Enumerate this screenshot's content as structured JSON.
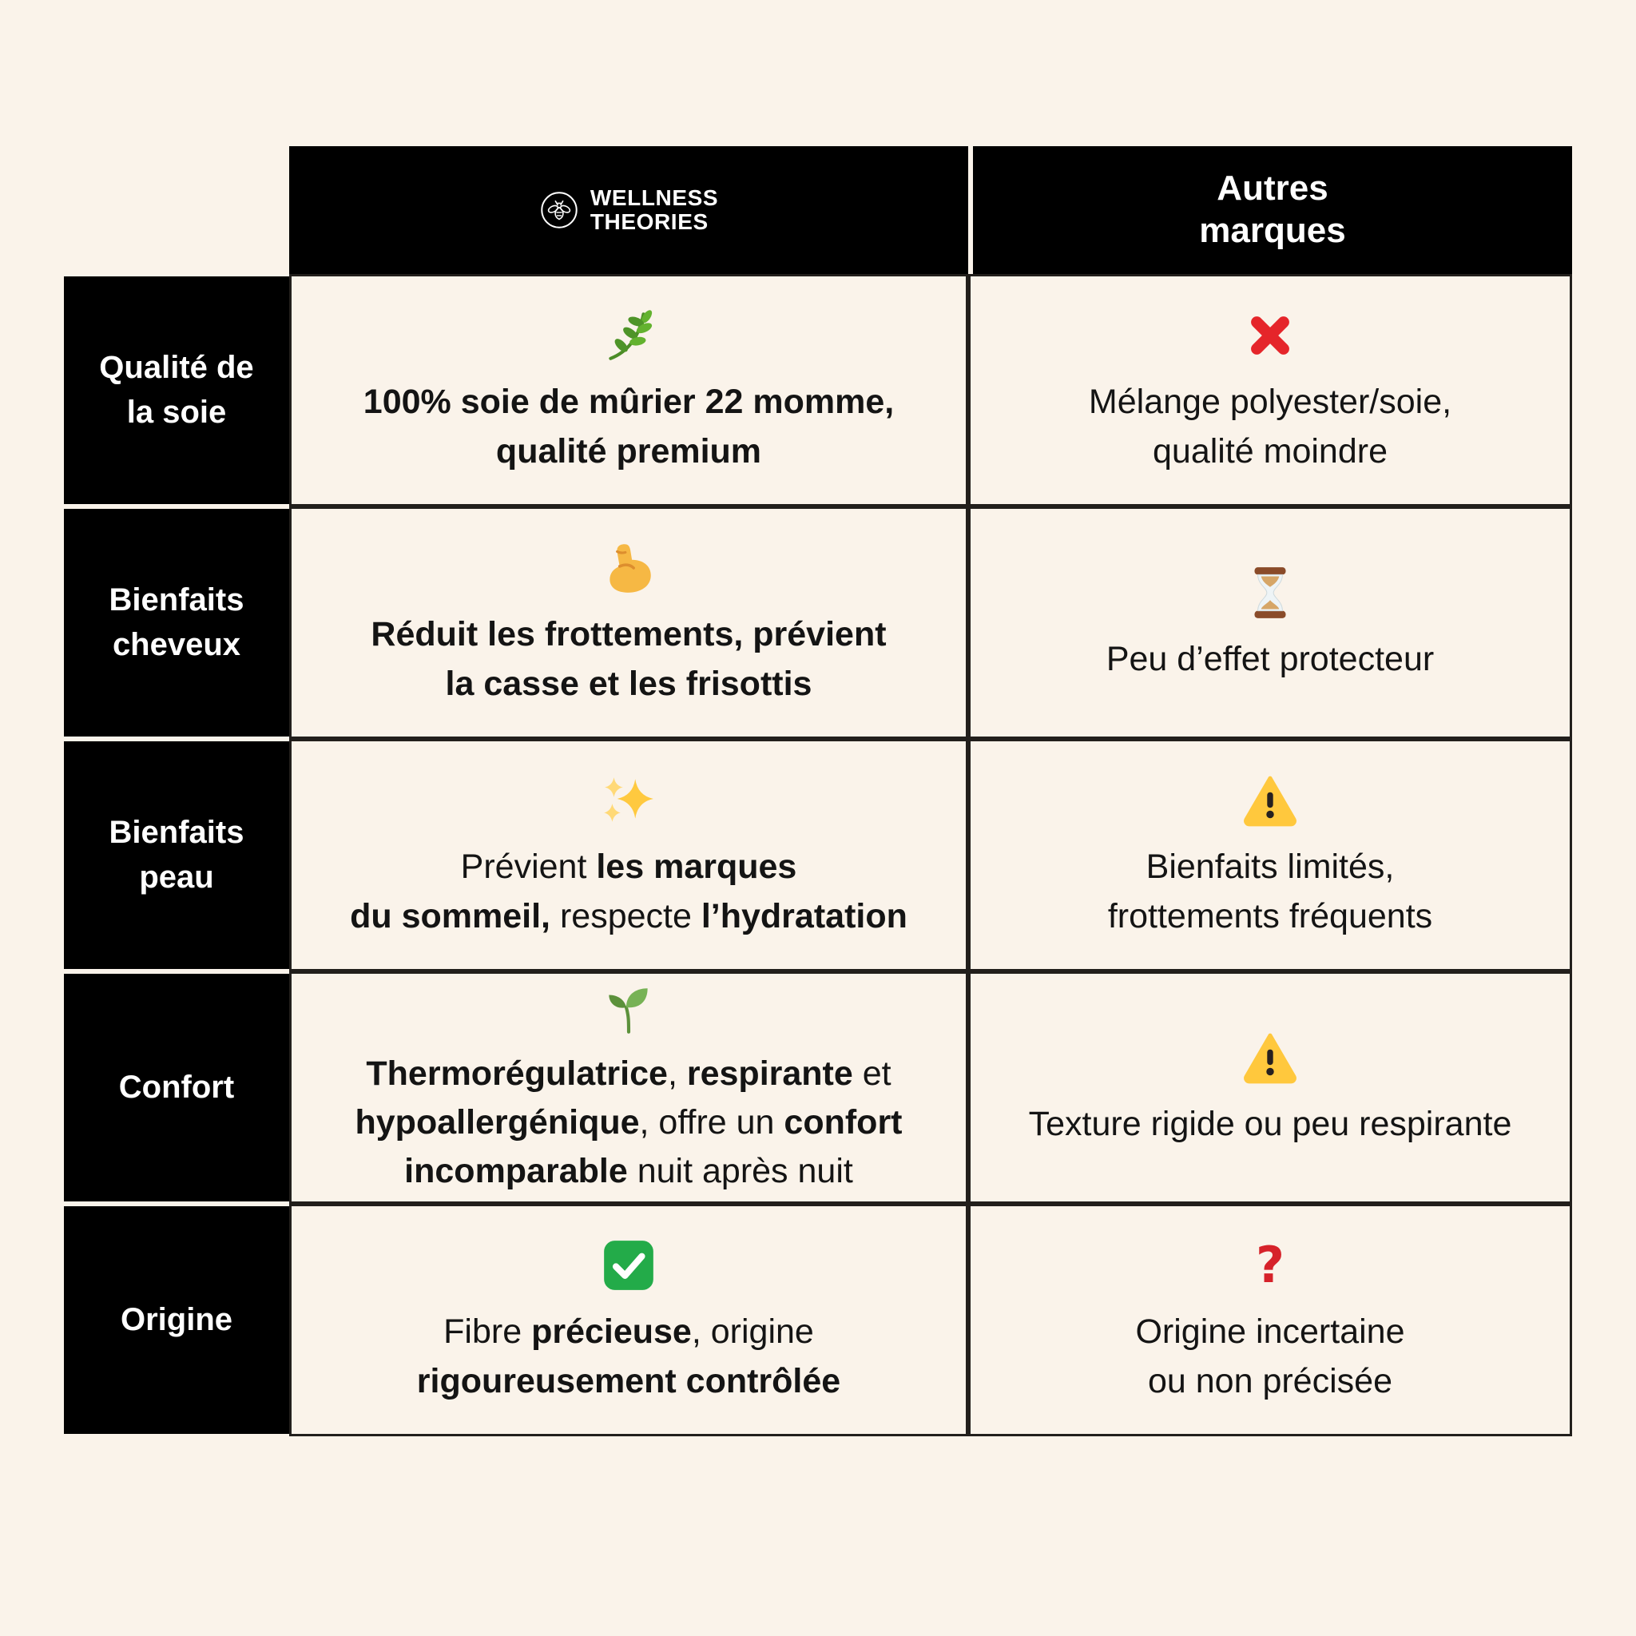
{
  "header": {
    "brand": {
      "logo_icon": "bee-logo-icon",
      "name_line1": "WELLNESS",
      "name_line2": "THEORIES"
    },
    "competitor": {
      "line1": "Autres",
      "line2": "marques"
    }
  },
  "rows": [
    {
      "id": "qualite-soie",
      "label_lines": [
        "Qualité de",
        "la soie"
      ],
      "brand": {
        "icon": "herb",
        "lines": [
          [
            {
              "t": "100% soie de mûrier 22 momme,",
              "b": true
            }
          ],
          [
            {
              "t": "qualité premium",
              "b": true
            }
          ]
        ]
      },
      "competitor": {
        "icon": "cross-mark",
        "lines": [
          [
            {
              "t": "Mélange polyester/soie,",
              "b": false
            }
          ],
          [
            {
              "t": "qualité moindre",
              "b": false
            }
          ]
        ]
      }
    },
    {
      "id": "bienfaits-cheveux",
      "label_lines": [
        "Bienfaits",
        "cheveux"
      ],
      "brand": {
        "icon": "flexed-biceps",
        "lines": [
          [
            {
              "t": "Réduit les frottements, prévient",
              "b": true
            }
          ],
          [
            {
              "t": "la casse et les frisottis",
              "b": true
            }
          ]
        ]
      },
      "competitor": {
        "icon": "hourglass",
        "lines": [
          [
            {
              "t": "Peu d’effet protecteur",
              "b": false
            }
          ]
        ]
      }
    },
    {
      "id": "bienfaits-peau",
      "label_lines": [
        "Bienfaits",
        "peau"
      ],
      "brand": {
        "icon": "sparkles",
        "lines": [
          [
            {
              "t": "Prévient ",
              "b": false
            },
            {
              "t": "les marques",
              "b": true
            }
          ],
          [
            {
              "t": "du sommeil,",
              "b": true
            },
            {
              "t": " respecte ",
              "b": false
            },
            {
              "t": "l’hydratation",
              "b": true
            }
          ]
        ]
      },
      "competitor": {
        "icon": "warning",
        "lines": [
          [
            {
              "t": "Bienfaits limités,",
              "b": false
            }
          ],
          [
            {
              "t": "frottements fréquents",
              "b": false
            }
          ]
        ]
      }
    },
    {
      "id": "confort",
      "label_lines": [
        "Confort"
      ],
      "brand": {
        "icon": "seedling",
        "lines": [
          [
            {
              "t": "Thermorégulatrice",
              "b": true
            },
            {
              "t": ", ",
              "b": false
            },
            {
              "t": "respirante",
              "b": true
            },
            {
              "t": " et",
              "b": false
            }
          ],
          [
            {
              "t": "hypoallergénique",
              "b": true
            },
            {
              "t": ", offre un ",
              "b": false
            },
            {
              "t": "confort",
              "b": true
            }
          ],
          [
            {
              "t": "incomparable",
              "b": true
            },
            {
              "t": " nuit après nuit",
              "b": false
            }
          ]
        ]
      },
      "competitor": {
        "icon": "warning",
        "lines": [
          [
            {
              "t": "Texture rigide ou peu respirante",
              "b": false
            }
          ]
        ]
      }
    },
    {
      "id": "origine",
      "label_lines": [
        "Origine"
      ],
      "brand": {
        "icon": "check-button",
        "lines": [
          [
            {
              "t": "Fibre ",
              "b": false
            },
            {
              "t": "précieuse",
              "b": true
            },
            {
              "t": ", origine",
              "b": false
            }
          ],
          [
            {
              "t": "rigoureusement contrôlée",
              "b": true
            }
          ]
        ]
      },
      "competitor": {
        "icon": "red-question",
        "lines": [
          [
            {
              "t": "Origine incertaine",
              "b": false
            }
          ],
          [
            {
              "t": "ou non précisée",
              "b": false
            }
          ]
        ]
      }
    }
  ],
  "colors": {
    "background": "#faf3ea",
    "cell_black": "#000000",
    "border_dark": "#221f1c",
    "text_dark": "#141414",
    "text_light": "#ffffff",
    "red_accent": "#e5252a",
    "question_red": "#d6222a",
    "warning_yellow": "#ffc83d",
    "check_green": "#23ab49",
    "herb_green": "#63b22f"
  }
}
